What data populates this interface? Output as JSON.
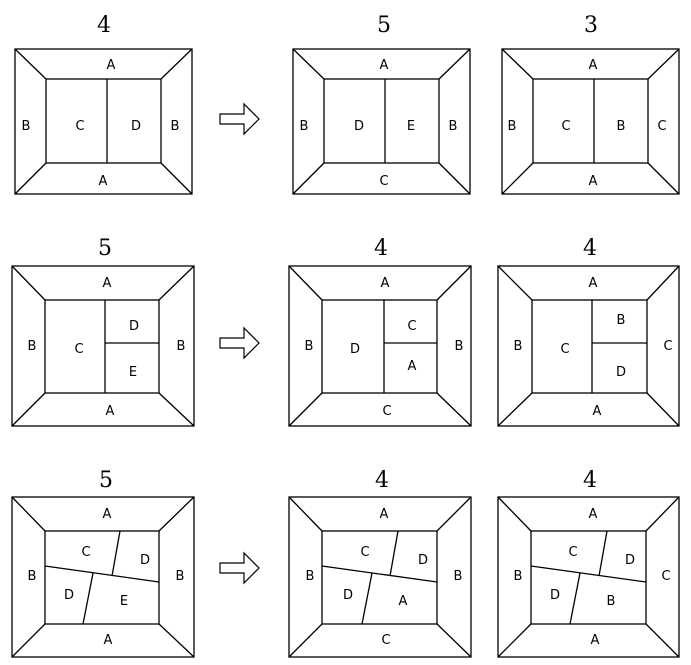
{
  "rows": [
    {
      "panels": [
        {
          "count": "4",
          "labels": {
            "top": "A",
            "left": "B",
            "right": "B",
            "bottom": "A",
            "r1": "C",
            "r2": "D"
          }
        },
        {
          "count": "5",
          "labels": {
            "top": "A",
            "left": "B",
            "right": "B",
            "bottom": "C",
            "r1": "D",
            "r2": "E"
          }
        },
        {
          "count": "3",
          "labels": {
            "top": "A",
            "left": "B",
            "right": "C",
            "bottom": "A",
            "r1": "C",
            "r2": "B"
          }
        }
      ]
    },
    {
      "panels": [
        {
          "count": "5",
          "labels": {
            "top": "A",
            "left": "B",
            "right": "B",
            "bottom": "A",
            "r1": "C",
            "r2": "D",
            "r3": "E"
          }
        },
        {
          "count": "4",
          "labels": {
            "top": "A",
            "left": "B",
            "right": "B",
            "bottom": "C",
            "r1": "D",
            "r2": "C",
            "r3": "A"
          }
        },
        {
          "count": "4",
          "labels": {
            "top": "A",
            "left": "B",
            "right": "C",
            "bottom": "A",
            "r1": "C",
            "r2": "B",
            "r3": "D"
          }
        }
      ]
    },
    {
      "panels": [
        {
          "count": "5",
          "labels": {
            "top": "A",
            "left": "B",
            "right": "B",
            "bottom": "A",
            "r1": "C",
            "r2": "D",
            "r3": "D",
            "r4": "E"
          }
        },
        {
          "count": "4",
          "labels": {
            "top": "A",
            "left": "B",
            "right": "B",
            "bottom": "C",
            "r1": "C",
            "r2": "D",
            "r3": "D",
            "r4": "A"
          }
        },
        {
          "count": "4",
          "labels": {
            "top": "A",
            "left": "B",
            "right": "C",
            "bottom": "A",
            "r1": "C",
            "r2": "D",
            "r3": "D",
            "r4": "B"
          }
        }
      ]
    }
  ]
}
